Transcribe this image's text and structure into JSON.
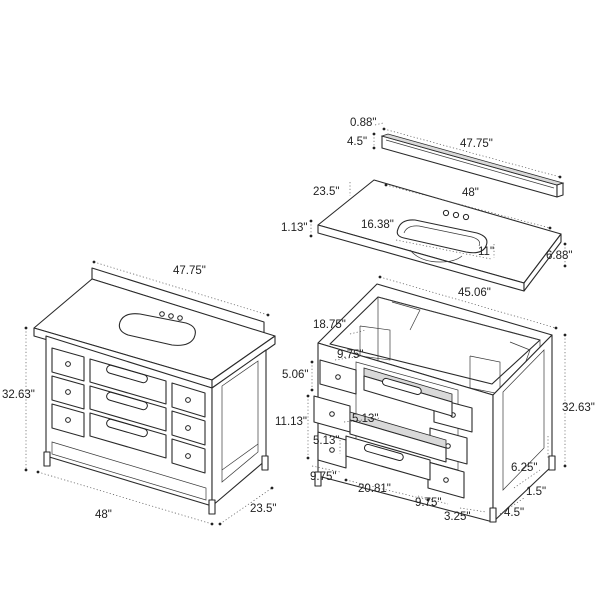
{
  "dimensions": {
    "splash_thickness": "0.88\"",
    "splash_height": "4.5\"",
    "splash_width": "47.75\"",
    "top_depth": "23.5\"",
    "top_width": "48\"",
    "top_thickness": "1.13\"",
    "sink_width": "16.38\"",
    "sink_depth": "11\"",
    "sink_height": "6.88\"",
    "cabinet_width": "45.06\"",
    "drawer_box_depth": "18.75\"",
    "small_drawer_width": "9.75\"",
    "small_drawer_height": "5.06\"",
    "side_opening": "11.13\"",
    "center_drawer_height_a": "5.13\"",
    "center_drawer_height_b": "5.13\"",
    "cabinet_height_right": "32.63\"",
    "shelf_height": "6.25\"",
    "leg_width": "1.5\"",
    "toe_depth": "4.5\"",
    "toe_width": "3.25\"",
    "bottom_drawer_width": "9.75\"",
    "bottom_drawer_width_b": "9.75\"",
    "center_drawer_width": "20.81\"",
    "assembled_splash_width": "47.75\"",
    "assembled_height": "32.63\"",
    "assembled_width": "48\"",
    "assembled_depth": "23.5\""
  }
}
